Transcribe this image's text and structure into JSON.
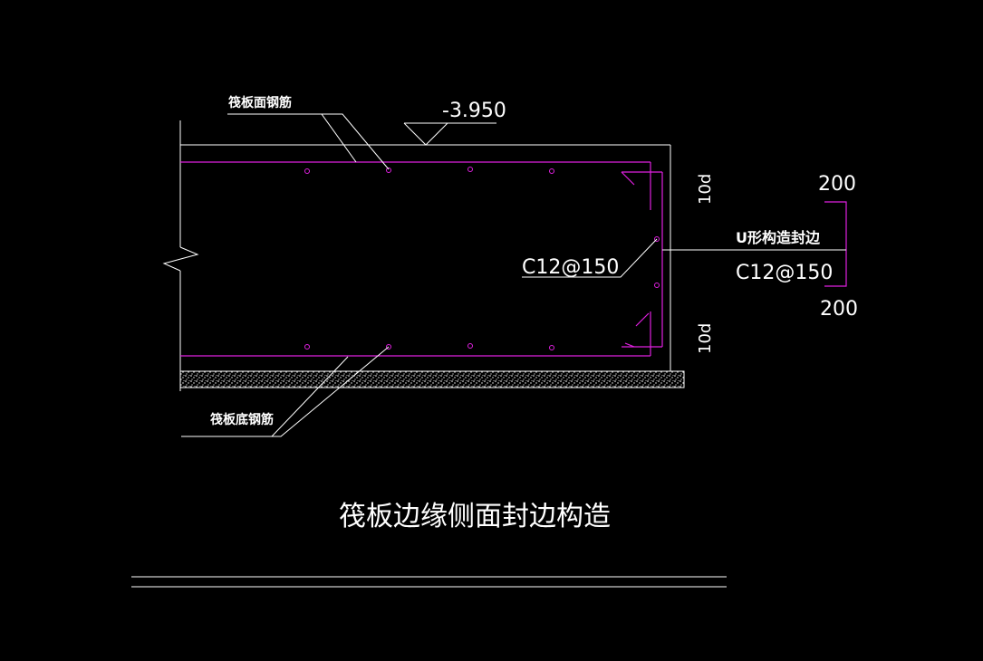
{
  "drawing": {
    "title": "筏板边缘侧面封边构造",
    "elevation": "-3.950",
    "labels": {
      "top_rebar": "筏板面钢筋",
      "bottom_rebar": "筏板底钢筋",
      "u_bar_name": "U形构造封边",
      "u_bar_spec": "C12@150",
      "side_bar_spec": "C12@150",
      "anchor_top": "10d",
      "anchor_bottom": "10d",
      "dim_top": "200",
      "dim_bottom": "200"
    },
    "colors": {
      "background": "#000000",
      "lines": "#ffffff",
      "rebar": "#e020e0"
    }
  }
}
